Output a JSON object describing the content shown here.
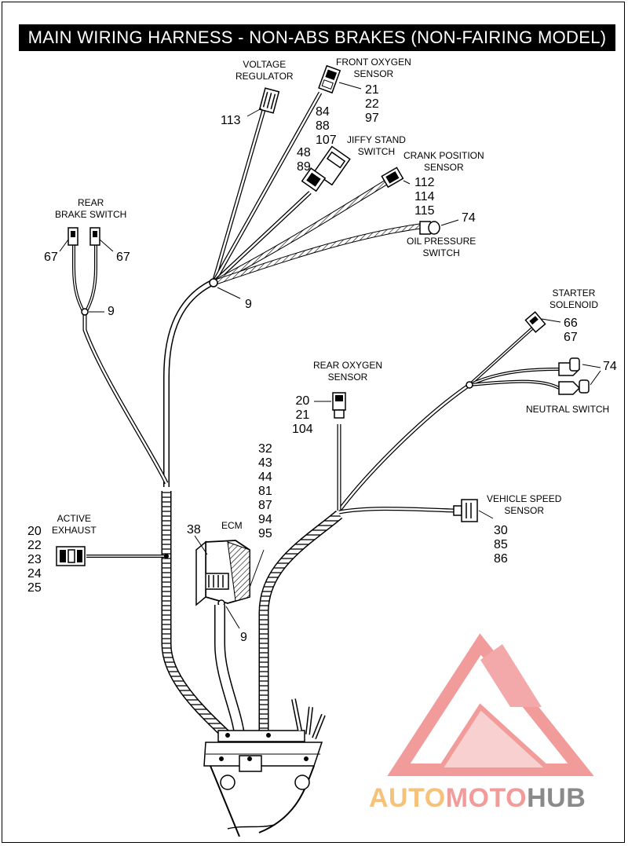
{
  "title": "MAIN WIRING HARNESS - NON-ABS BRAKES (NON-FAIRING MODEL)",
  "components": {
    "voltage_regulator": {
      "label": [
        "VOLTAGE",
        "REGULATOR"
      ],
      "refs": [
        "113"
      ]
    },
    "front_oxygen_sensor": {
      "label": [
        "FRONT OXYGEN",
        "SENSOR"
      ],
      "refs": [
        "21",
        "22",
        "97"
      ]
    },
    "jiffy_stand_switch": {
      "label": [
        "JIFFY STAND",
        "SWITCH"
      ],
      "refs_upper": [
        "84",
        "88",
        "107"
      ],
      "refs_lower": [
        "48",
        "89"
      ]
    },
    "crank_position_sensor": {
      "label": [
        "CRANK POSITION",
        "SENSOR"
      ],
      "refs": [
        "112",
        "114",
        "115"
      ]
    },
    "oil_pressure_switch": {
      "label": [
        "OIL PRESSURE",
        "SWITCH"
      ],
      "refs": [
        "74"
      ]
    },
    "rear_brake_switch": {
      "label": [
        "REAR",
        "BRAKE SWITCH"
      ],
      "ref_left": "67",
      "ref_right": "67"
    },
    "clip_rear_brake": {
      "ref": "9"
    },
    "clip_main_top": {
      "ref": "9"
    },
    "starter_solenoid": {
      "label": [
        "STARTER",
        "SOLENOID"
      ],
      "refs": [
        "66",
        "67"
      ]
    },
    "neutral_switch": {
      "label": [
        "NEUTRAL SWITCH"
      ],
      "refs": [
        "74"
      ]
    },
    "rear_oxygen_sensor": {
      "label": [
        "REAR OXYGEN",
        "SENSOR"
      ],
      "refs": [
        "20",
        "21",
        "104"
      ]
    },
    "ecm": {
      "label": [
        "ECM"
      ],
      "refs": [
        "32",
        "43",
        "44",
        "81",
        "87",
        "94",
        "95"
      ],
      "bracket_ref": "38"
    },
    "clip_ecm": {
      "ref": "9"
    },
    "vehicle_speed_sensor": {
      "label": [
        "VEHICLE SPEED",
        "SENSOR"
      ],
      "refs": [
        "30",
        "85",
        "86"
      ]
    },
    "active_exhaust": {
      "label": [
        "ACTIVE",
        "EXHAUST"
      ],
      "refs": [
        "20",
        "22",
        "23",
        "24",
        "25"
      ]
    }
  },
  "watermark": {
    "part1": "AUTOMOTO",
    "part2": "HUB",
    "colors": {
      "auto": "#f6c27a",
      "moto": "#f29b9b",
      "hub": "#8a8a8a",
      "logo": "#f08a8a"
    }
  }
}
